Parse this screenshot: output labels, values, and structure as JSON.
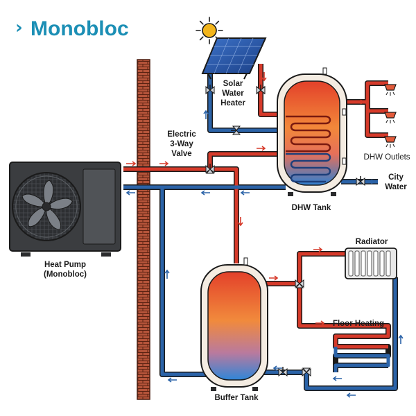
{
  "header": {
    "chevron": "›",
    "title": "Monobloc",
    "accent_color": "#1c8fb5"
  },
  "labels": {
    "solar_water_heater": [
      "Solar",
      "Water",
      "Heater"
    ],
    "electric_valve": [
      "Electric",
      "3-Way",
      "Valve"
    ],
    "dhw_outlets": "DHW Outlets",
    "city_water": [
      "City",
      "Water"
    ],
    "dhw_tank": "DHW Tank",
    "heat_pump": [
      "Heat Pump",
      "(Monobloc)"
    ],
    "radiator": "Radiator",
    "floor_heating": "Floor Heating",
    "buffer_tank": "Buffer Tank"
  },
  "colors": {
    "hot_pipe": "#d63a2a",
    "cold_pipe": "#2b63a8",
    "pipe_outline": "#1a1a1a",
    "wall_brick": "#b5543a",
    "heat_pump_body": "#3b3d40",
    "sun": "#f2b51c",
    "solar_panel": "#2a5ca8"
  },
  "icons": {
    "sun": "sun-icon",
    "shower": "shower-head-icon",
    "fan": "fan-icon",
    "valve": "valve-icon",
    "gauge": "gauge-icon"
  }
}
